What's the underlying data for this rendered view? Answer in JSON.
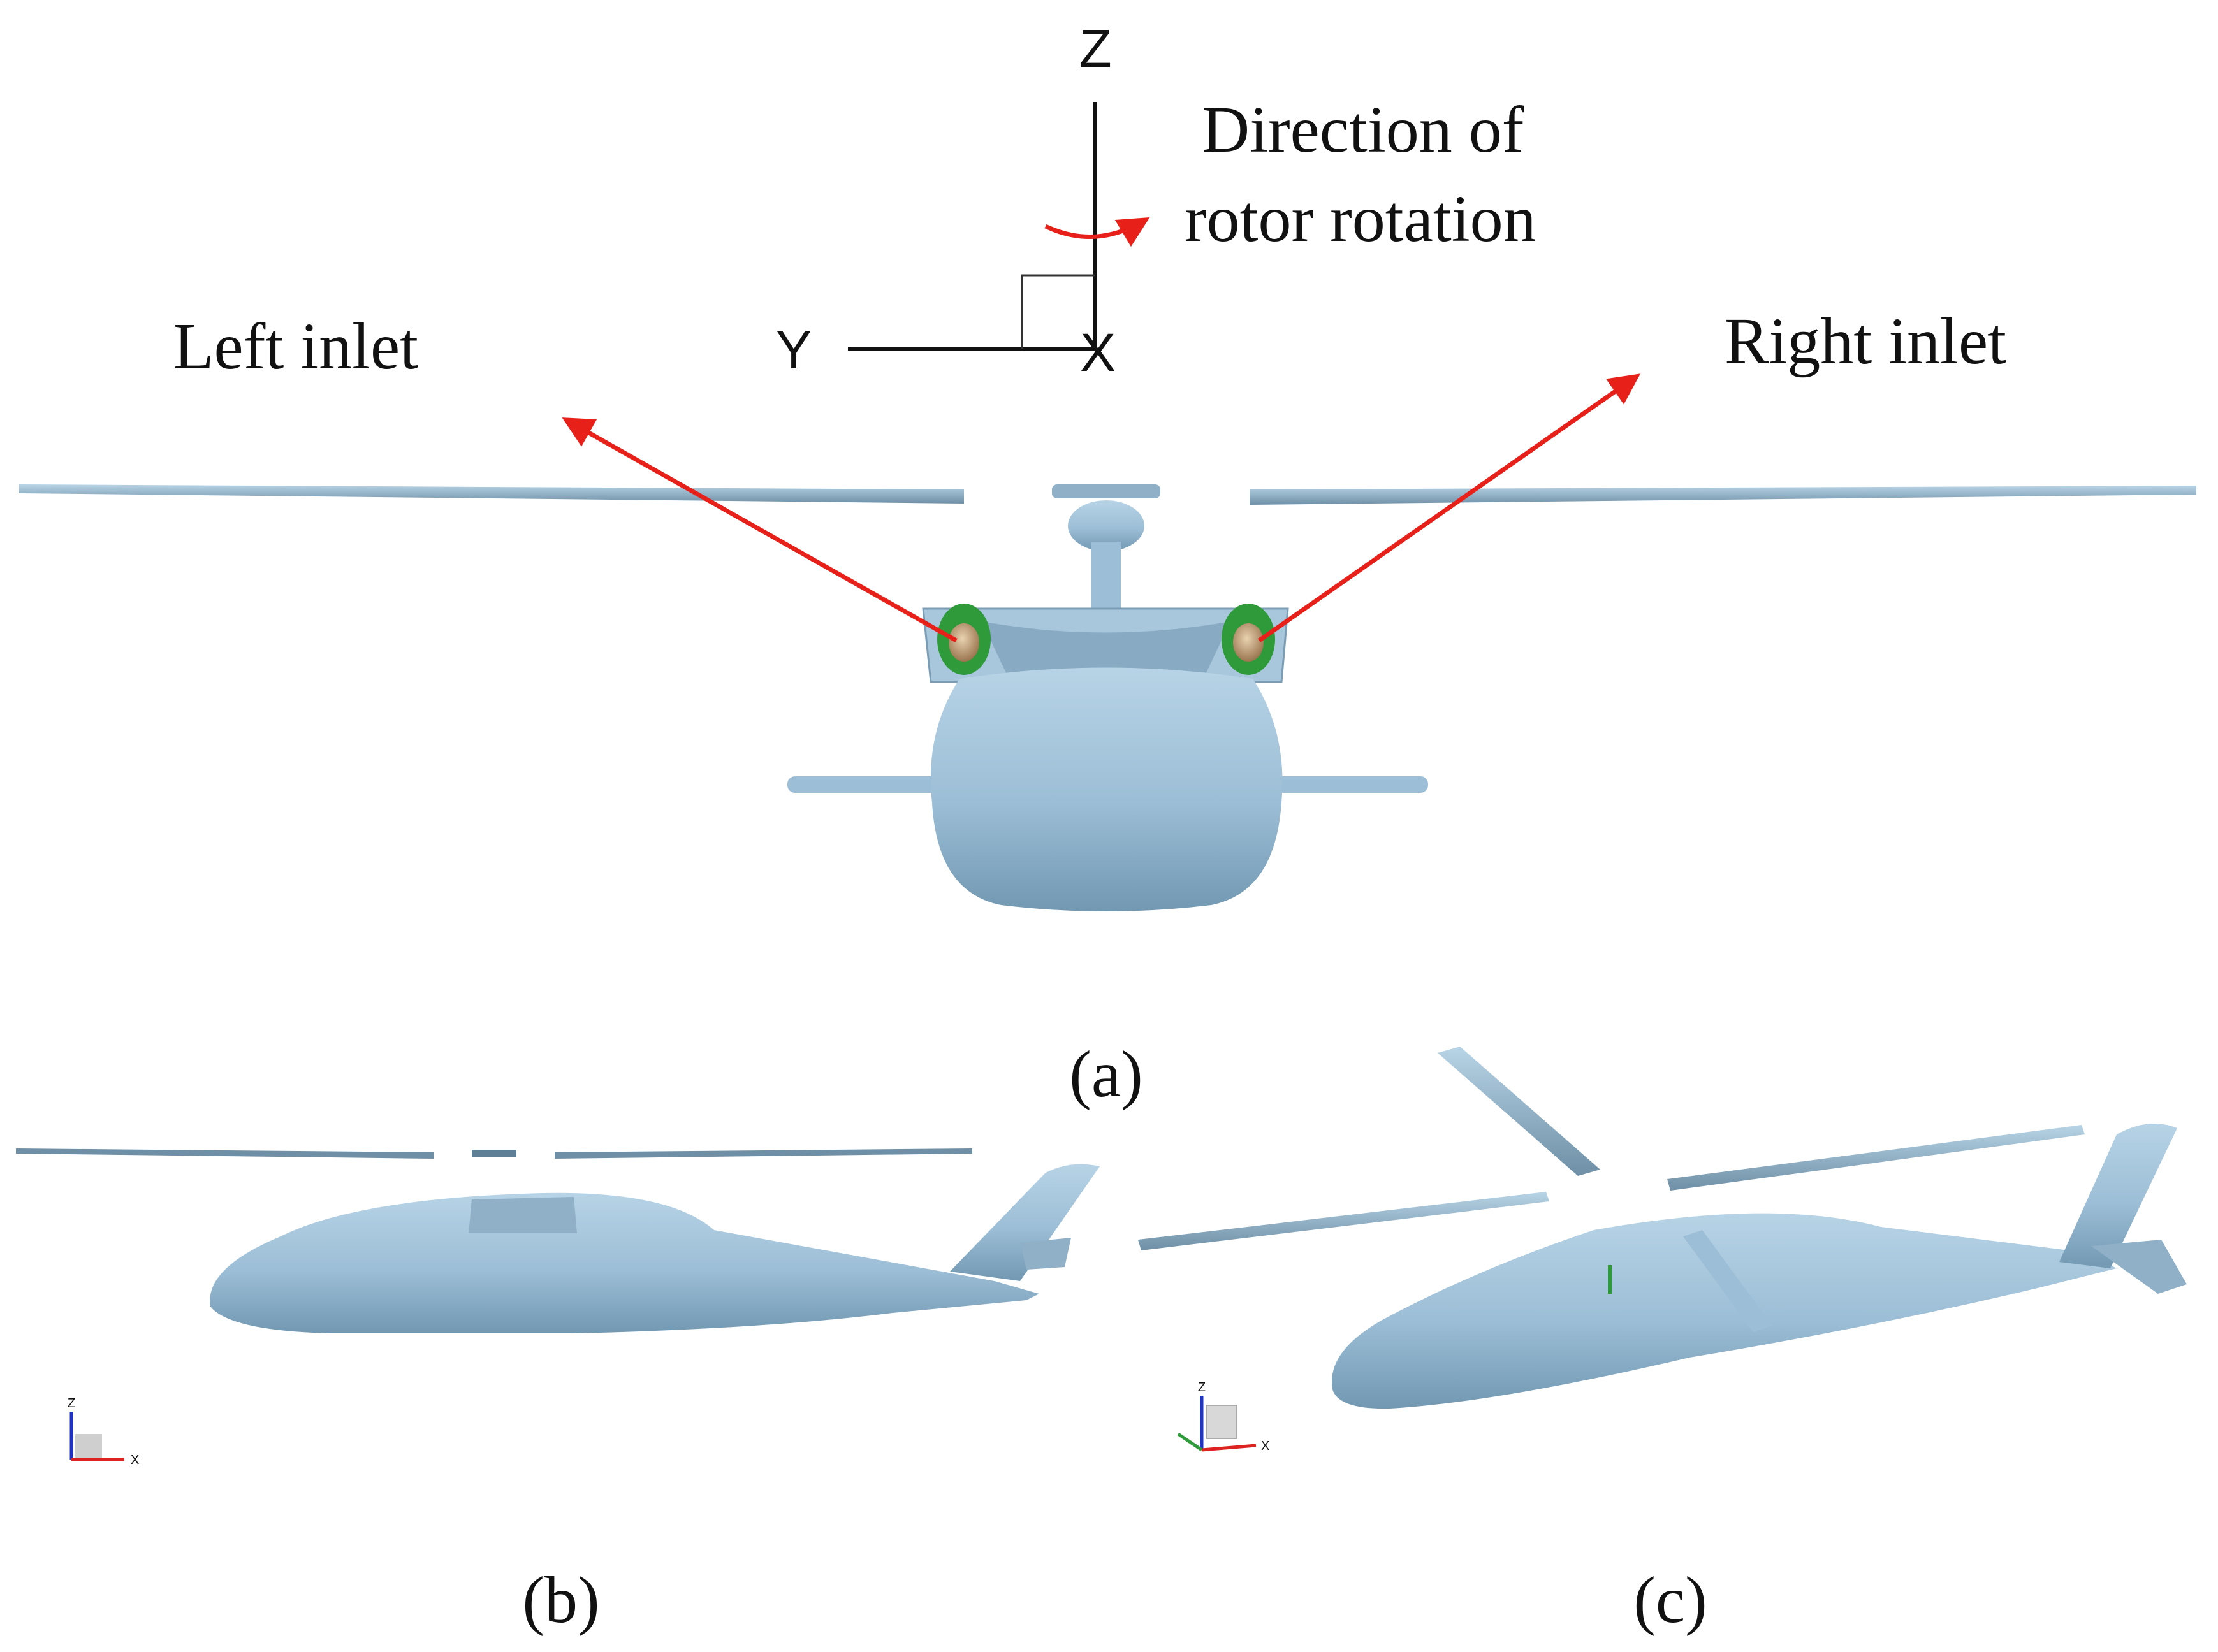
{
  "axes": {
    "z": "Z",
    "y": "Y",
    "x": "X"
  },
  "annotations": {
    "rotation_line1": "Direction of",
    "rotation_line2": "rotor rotation",
    "left_inlet": "Left inlet",
    "right_inlet": "Right inlet"
  },
  "captions": {
    "a": "(a)",
    "b": "(b)",
    "c": "(c)"
  },
  "triad": {
    "z": "Z",
    "x": "X"
  },
  "colors": {
    "body": "#9dbfd6",
    "body_shade": "#7fa3bb",
    "arrow": "#e8201a",
    "inlet_green": "#2f9a3a",
    "inlet_core": "#c9a277"
  }
}
